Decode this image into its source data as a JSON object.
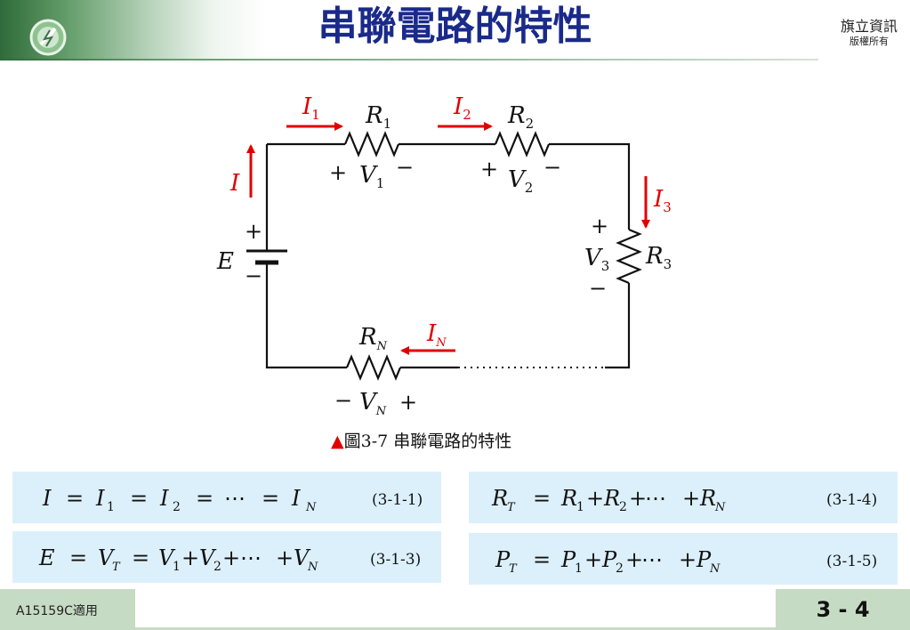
{
  "header": {
    "title": "串聯電路的特性",
    "publisher_name": "旗立資訊",
    "publisher_rights": "版權所有"
  },
  "colors": {
    "title": "#1a2a8a",
    "arrow": "#e00000",
    "eq_bg": "#dcf0fb",
    "footer_bg": "#c6dbc3"
  },
  "figure": {
    "caption_marker": "▲",
    "caption": "圖3-7  串聯電路的特性",
    "labels": {
      "I1": "I",
      "I1_sub": "1",
      "I2": "I",
      "I2_sub": "2",
      "I3": "I",
      "I3_sub": "3",
      "IN": "I",
      "IN_sub": "N",
      "I": "I",
      "R1": "R",
      "R1_sub": "1",
      "R2": "R",
      "R2_sub": "2",
      "R3": "R",
      "R3_sub": "3",
      "RN": "R",
      "RN_sub": "N",
      "V1": "V",
      "V1_sub": "1",
      "V2": "V",
      "V2_sub": "2",
      "V3": "V",
      "V3_sub": "3",
      "VN": "V",
      "VN_sub": "N",
      "E": "E",
      "plus": "+",
      "minus": "−"
    }
  },
  "equations": {
    "eq1": {
      "number": "(3-1-1)"
    },
    "eq3": {
      "number": "(3-1-3)"
    },
    "eq4": {
      "number": "(3-1-4)"
    },
    "eq5": {
      "number": "(3-1-5)"
    }
  },
  "footer": {
    "course_code": "A15159C適用",
    "page": "3 - 4"
  }
}
